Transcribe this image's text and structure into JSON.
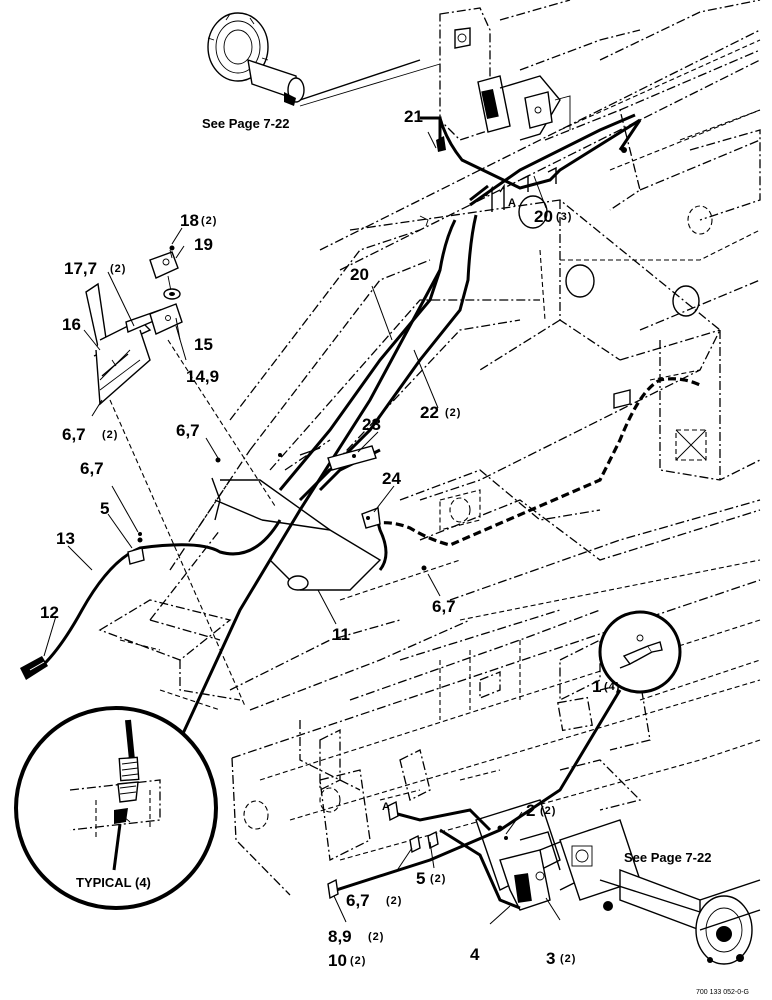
{
  "notes": {
    "see_page_top": "See Page 7-22",
    "see_page_bottom": "See Page 7-22",
    "typical": "TYPICAL (4)",
    "drawing_number": "700 133 052-0-G"
  },
  "callouts": [
    {
      "id": "c21",
      "num": "21",
      "qty": ""
    },
    {
      "id": "c20a",
      "num": "20",
      "qty": "(3)"
    },
    {
      "id": "c18",
      "num": "18",
      "qty": "(2)"
    },
    {
      "id": "c19",
      "num": "19",
      "qty": ""
    },
    {
      "id": "c17",
      "num": "17,7",
      "qty": "(2)"
    },
    {
      "id": "c20b",
      "num": "20",
      "qty": ""
    },
    {
      "id": "c16",
      "num": "16",
      "qty": ""
    },
    {
      "id": "c15",
      "num": "15",
      "qty": ""
    },
    {
      "id": "c14",
      "num": "14,9",
      "qty": ""
    },
    {
      "id": "c22",
      "num": "22",
      "qty": "(2)"
    },
    {
      "id": "c6a",
      "num": "6,7",
      "qty": "(2)"
    },
    {
      "id": "c23",
      "num": "23",
      "qty": ""
    },
    {
      "id": "c6b",
      "num": "6,7",
      "qty": ""
    },
    {
      "id": "c6c",
      "num": "6,7",
      "qty": ""
    },
    {
      "id": "c24",
      "num": "24",
      "qty": ""
    },
    {
      "id": "c5a",
      "num": "5",
      "qty": ""
    },
    {
      "id": "c13",
      "num": "13",
      "qty": ""
    },
    {
      "id": "c12",
      "num": "12",
      "qty": ""
    },
    {
      "id": "c6d",
      "num": "6,7",
      "qty": ""
    },
    {
      "id": "c11",
      "num": "11",
      "qty": ""
    },
    {
      "id": "c1",
      "num": "1",
      "qty": "(4)"
    },
    {
      "id": "c2",
      "num": "2",
      "qty": "(2)"
    },
    {
      "id": "c5b",
      "num": "5",
      "qty": "(2)"
    },
    {
      "id": "c6e",
      "num": "6,7",
      "qty": "(2)"
    },
    {
      "id": "c8",
      "num": "8,9",
      "qty": "(2)"
    },
    {
      "id": "c10",
      "num": "10",
      "qty": "(2)"
    },
    {
      "id": "c4",
      "num": "4",
      "qty": ""
    },
    {
      "id": "c3",
      "num": "3",
      "qty": "(2)"
    }
  ],
  "point_marks": {
    "a_top": "A",
    "a_bottom": "A"
  }
}
